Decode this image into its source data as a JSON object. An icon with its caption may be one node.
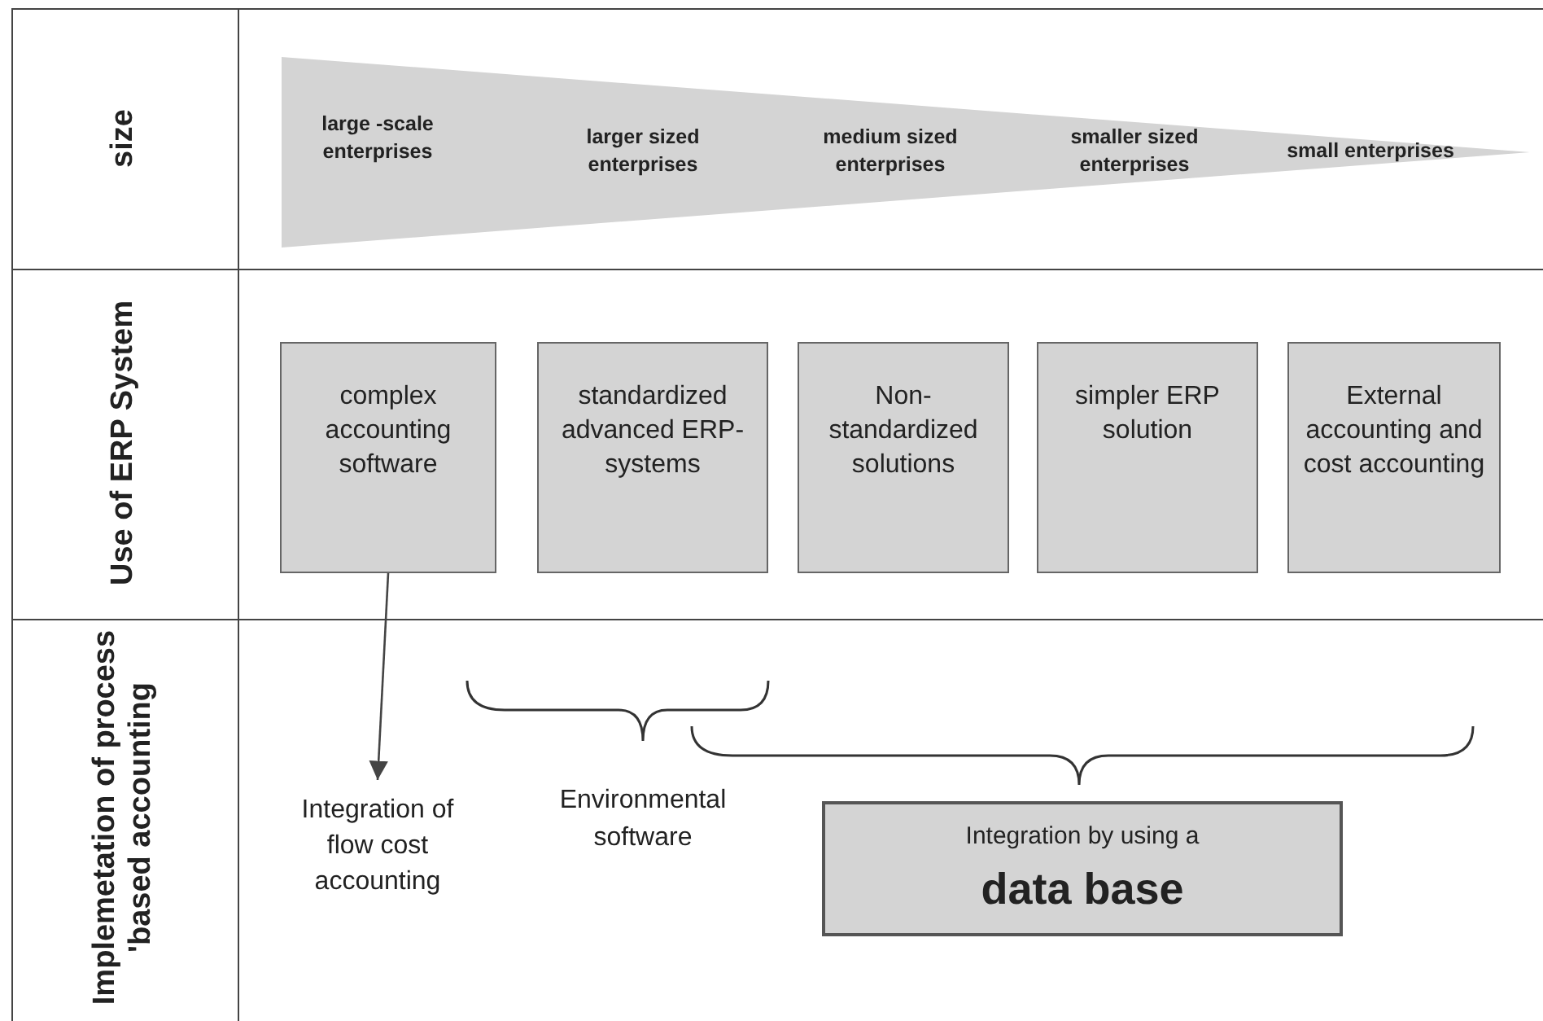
{
  "diagram": {
    "nodes": [
      {
        "text": [
          "large -scale enterprises",
          "larger sized enterprises",
          "medium sized enterprises",
          "smaller sized enterprises",
          "small enterprises"
        ]
      },
      {
        "text": [
          "complex accounting software"
        ]
      },
      {
        "text": [
          "standardized advanced ERP-systems"
        ]
      },
      {
        "text": [
          "Non-standardized solutions"
        ]
      },
      {
        "text": [
          "simpler ERP solution"
        ]
      },
      {
        "text": [
          "External accounting and cost accounting"
        ]
      },
      {
        "text": [
          "Integration of flow cost accounting"
        ]
      },
      {
        "text": [
          "Integration by using a",
          "data base"
        ]
      }
    ],
    "edges": [
      {
        "from": 1,
        "to": 6,
        "arrow": "to"
      }
    ],
    "labels": [
      "size",
      "Use of ERP System",
      "Implemetation of process 'based accounting",
      "Environmental software"
    ]
  }
}
